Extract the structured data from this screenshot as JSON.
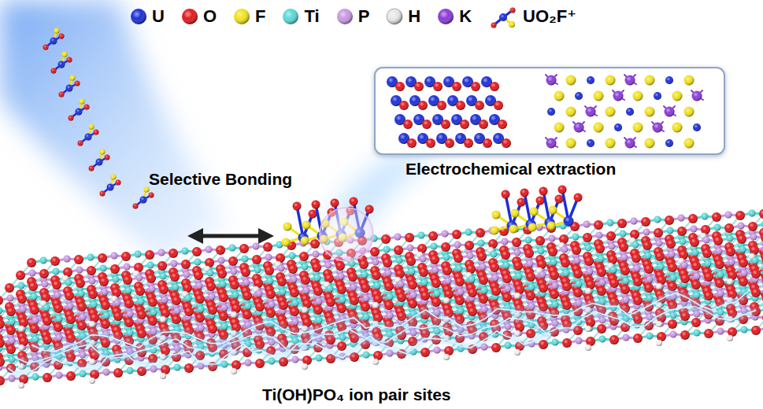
{
  "diagram": {
    "labels": [
      "Selective Bonding",
      "Electrochemical extraction",
      "Ti(OH)PO₄ ion pair sites"
    ],
    "legend": [
      {
        "text": "U",
        "color": "#1a2ed8"
      },
      {
        "text": "O",
        "color": "#e3171b"
      },
      {
        "text": "F",
        "color": "#f2e21c"
      },
      {
        "text": "Ti",
        "color": "#5ad8d8"
      },
      {
        "text": "P",
        "color": "#c898e2"
      },
      {
        "text": "H",
        "color": "#e6e6e6"
      },
      {
        "text": "K",
        "color": "#8a3ad6"
      },
      {
        "text": "UO₂F⁺"
      }
    ]
  }
}
